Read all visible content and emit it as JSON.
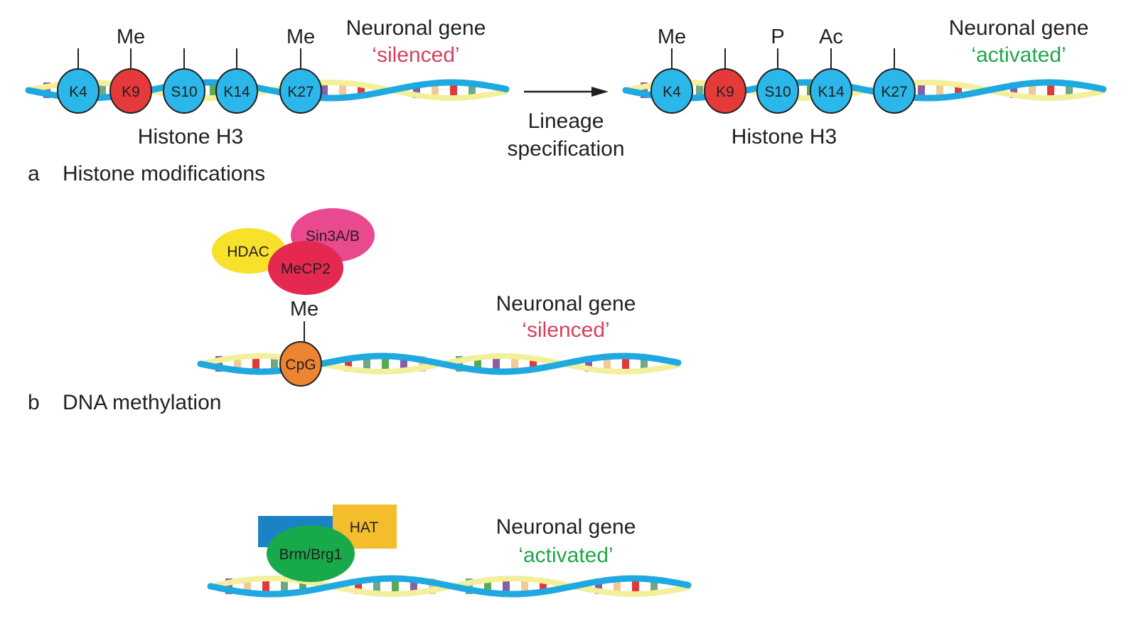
{
  "colors": {
    "strand_blue": "#1fa9e1",
    "strand_yellow": "#f3ef9b",
    "histone_blue": "#2bb7ea",
    "histone_red": "#e63a3a",
    "silenced_text": "#d6405e",
    "activated_text": "#22a64a",
    "cpg_orange": "#ec8431",
    "hdac_yellow": "#f7e12b",
    "sin3_pink": "#e8498f",
    "mecp2_red": "#e4284f",
    "hat_orange": "#f3bd2b",
    "remodeler_blue": "#1b82c6",
    "brm_green": "#18a94a",
    "base_colors": [
      "#5aaa55",
      "#8a5ea5",
      "#f2c896",
      "#e0393a",
      "#6fa884"
    ]
  },
  "panel_a": {
    "label_letter": "a",
    "label_text": "Histone modifications",
    "left": {
      "residues": [
        {
          "name": "K4",
          "mark": "",
          "color": "blue"
        },
        {
          "name": "K9",
          "mark": "Me",
          "color": "red"
        },
        {
          "name": "S10",
          "mark": "",
          "color": "blue"
        },
        {
          "name": "K14",
          "mark": "",
          "color": "blue"
        },
        {
          "name": "K27",
          "mark": "Me",
          "color": "blue"
        }
      ],
      "histone_label": "Histone H3",
      "gene_label": "Neuronal gene",
      "state": "‘silenced’"
    },
    "arrow_label_line1": "Lineage",
    "arrow_label_line2": "specification",
    "right": {
      "residues": [
        {
          "name": "K4",
          "mark": "Me",
          "color": "blue"
        },
        {
          "name": "K9",
          "mark": "",
          "color": "red"
        },
        {
          "name": "S10",
          "mark": "P",
          "color": "blue"
        },
        {
          "name": "K14",
          "mark": "Ac",
          "color": "blue"
        },
        {
          "name": "K27",
          "mark": "",
          "color": "blue"
        }
      ],
      "histone_label": "Histone H3",
      "gene_label": "Neuronal gene",
      "state": "‘activated’"
    }
  },
  "panel_b": {
    "label_letter": "b",
    "label_text": "DNA methylation",
    "proteins": {
      "hdac": "HDAC",
      "sin3": "Sin3A/B",
      "mecp2": "MeCP2"
    },
    "mark": "Me",
    "site": "CpG",
    "gene_label": "Neuronal gene",
    "state": "‘silenced’"
  },
  "panel_c": {
    "proteins": {
      "hat": "HAT",
      "brm": "Brm/Brg1"
    },
    "gene_label": "Neuronal gene",
    "state": "‘activated’"
  }
}
